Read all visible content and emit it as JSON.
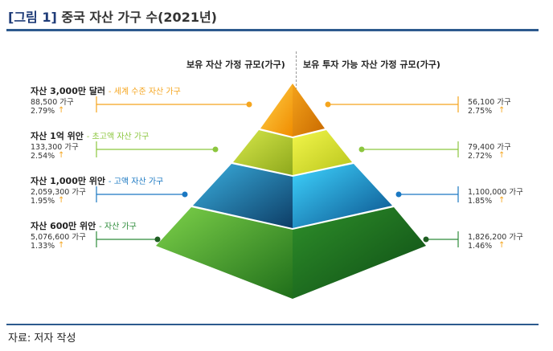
{
  "figure": {
    "label": "[그림 1]",
    "title": "중국 자산 가구 수(2021년)",
    "source": "자료: 저자 작성"
  },
  "headers": {
    "left": "보유 자산 가정 규모(가구)",
    "right": "보유 투자 가능 자산 가정 규모(가구)"
  },
  "arrow_symbol": "↑",
  "colors": {
    "tier1": "#f5a51e",
    "tier2": "#8cc63e",
    "tier3": "#1a78c2",
    "tier4": "#2e8b3a",
    "title": "#1f3c78",
    "frame": "#2d5a8e"
  },
  "chart_data": {
    "type": "table",
    "tiers": [
      {
        "title": "자산 3,000만 달러",
        "subtitle": "- 세계 수준 자산 가구",
        "total_households": "88,500 가구",
        "total_growth": "2.79%",
        "investable_households": "56,100 가구",
        "investable_growth": "2.75%"
      },
      {
        "title": "자산 1억 위안",
        "subtitle": "- 초고액 자산 가구",
        "total_households": "133,300 가구",
        "total_growth": "2.54%",
        "investable_households": "79,400 가구",
        "investable_growth": "2.72%"
      },
      {
        "title": "자산 1,000만 위안",
        "subtitle": "- 고액 자산 가구",
        "total_households": "2,059,300 가구",
        "total_growth": "1.95%",
        "investable_households": "1,100,000 가구",
        "investable_growth": "1.85%"
      },
      {
        "title": "자산 600만 위안",
        "subtitle": "- 자산 가구",
        "total_households": "5,076,600 가구",
        "total_growth": "1.33%",
        "investable_households": "1,826,200 가구",
        "investable_growth": "1.46%"
      }
    ]
  }
}
